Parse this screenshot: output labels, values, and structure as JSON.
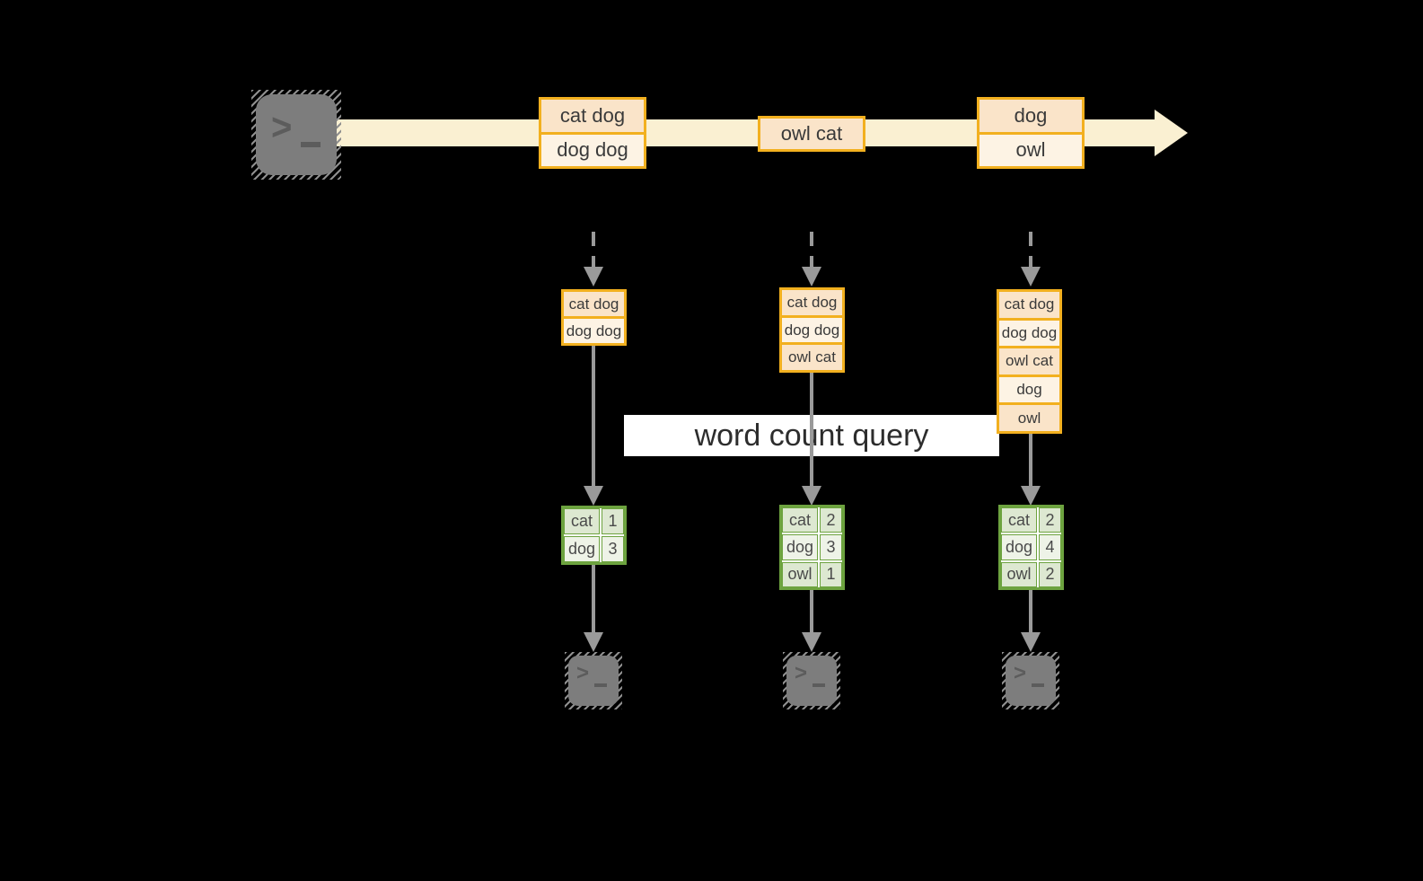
{
  "stream": {
    "batches": [
      {
        "rows": [
          "cat dog",
          "dog dog"
        ]
      },
      {
        "rows": [
          "owl cat"
        ]
      },
      {
        "rows": [
          "dog",
          "owl"
        ]
      }
    ]
  },
  "query": {
    "label": "word count query"
  },
  "columns": [
    {
      "batch": [
        "cat dog",
        "dog dog"
      ],
      "counts": [
        {
          "word": "cat",
          "count": "1"
        },
        {
          "word": "dog",
          "count": "3"
        }
      ]
    },
    {
      "batch": [
        "cat dog",
        "dog dog",
        "owl cat"
      ],
      "counts": [
        {
          "word": "cat",
          "count": "2"
        },
        {
          "word": "dog",
          "count": "3"
        },
        {
          "word": "owl",
          "count": "1"
        }
      ]
    },
    {
      "batch": [
        "cat dog",
        "dog dog",
        "owl cat",
        "dog",
        "owl"
      ],
      "counts": [
        {
          "word": "cat",
          "count": "2"
        },
        {
          "word": "dog",
          "count": "4"
        },
        {
          "word": "owl",
          "count": "2"
        }
      ]
    }
  ],
  "terminal": {
    "chevron": ">"
  },
  "colors": {
    "stream_band": "#FAF0D2",
    "box_border": "#F2B01F",
    "box_fill_dark": "#FAE4C9",
    "box_fill_light": "#FDF3E4",
    "table_border": "#6DA33F",
    "table_fill_dark": "#DDE8D1",
    "table_fill_light": "#EEF3E7",
    "arrow": "#9A9A9A"
  }
}
